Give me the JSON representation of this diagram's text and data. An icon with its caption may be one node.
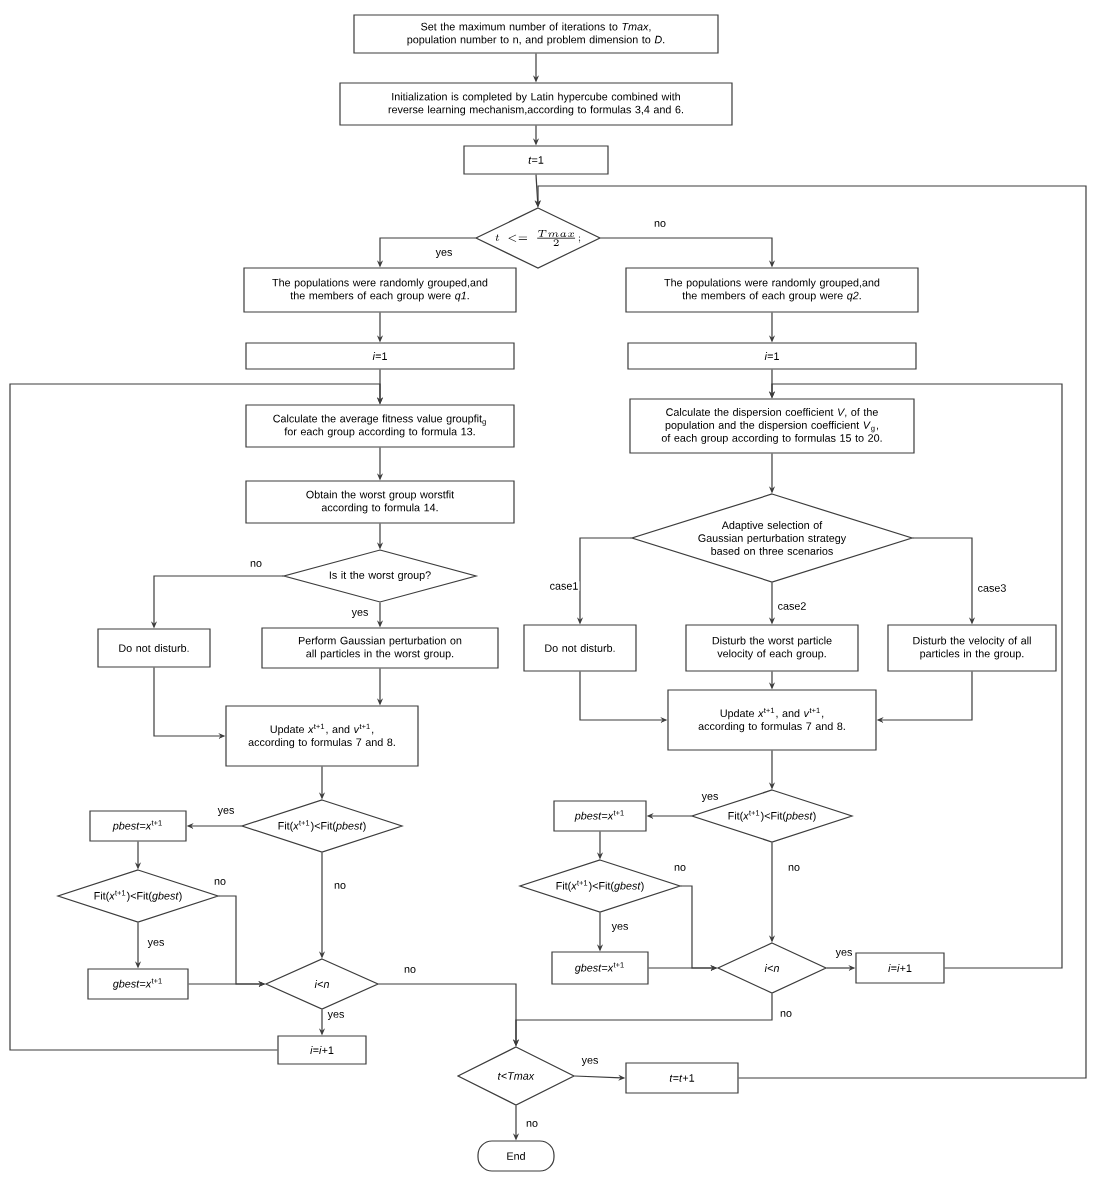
{
  "diagram": {
    "nodes": [
      {
        "text": [
          "Set the maximum number of iterations to *Tmax*, population number to n, and problem dimension to *D*."
        ]
      },
      {
        "text": [
          "Initialization is completed by Latin hypercube combined with reverse learning mechanism,according to formulas 3,4 and 6."
        ]
      },
      {
        "text": [
          "*t*=1"
        ]
      },
      {
        "text": [
          "t<=\\frac{Tmax}{2};"
        ]
      },
      {
        "text": [
          "The populations were randomly grouped,and the members of each group were *q1*."
        ]
      },
      {
        "text": [
          "The populations were randomly grouped,and the members of each group were *q2*."
        ]
      },
      {
        "text": [
          "*i*=1"
        ]
      },
      {
        "text": [
          "*i*=1"
        ]
      },
      {
        "text": [
          "Calculate the average fitness value groupfit$_{g}$ for each group according to formula 13."
        ]
      },
      {
        "text": [
          "Calculate the dispersion coefficient *V*, of the population and the dispersion coefficient *V*$_{g}$, of each group according to formulas 15 to 20."
        ]
      },
      {
        "text": [
          "Obtain the worst group worstfit according to formula 14."
        ]
      },
      {
        "text": [
          "Adaptive selection of Gaussian perturbation strategy based on three scenarios"
        ]
      },
      {
        "text": [
          "Is it the worst group?"
        ]
      },
      {
        "text": [
          "Do not disturb."
        ]
      },
      {
        "text": [
          "Perform Gaussian perturbation on all particles in the worst group."
        ]
      },
      {
        "text": [
          "Do not disturb."
        ]
      },
      {
        "text": [
          "Disturb the worst particle velocity of each group."
        ]
      },
      {
        "text": [
          "Disturb the velocity of all particles in the group."
        ]
      },
      {
        "text": [
          "Update *x*$^{t+1}$, and *v*$^{t+1}$, according to formulas 7 and 8."
        ]
      },
      {
        "text": [
          "Update *x*$^{t+1}$, and *v*$^{t+1}$, according to formulas 7 and 8."
        ]
      },
      {
        "text": [
          "Fit(*x*$^{t+1}$)<Fit(*pbest*)"
        ]
      },
      {
        "text": [
          "Fit(*x*$^{t+1}$)<Fit(*pbest*)"
        ]
      },
      {
        "text": [
          "*pbest*=*x*$^{t+1}$"
        ]
      },
      {
        "text": [
          "*pbest*=*x*$^{t+1}$"
        ]
      },
      {
        "text": [
          "Fit(*x*$^{t+1}$)<Fit(*gbest*)"
        ]
      },
      {
        "text": [
          "Fit(*x*$^{t+1}$)<Fit(*gbest*)"
        ]
      },
      {
        "text": [
          "*gbest*=*x*$^{t+1}$"
        ]
      },
      {
        "text": [
          "*i*<*n*"
        ]
      },
      {
        "text": [
          "*gbest*=*x*$^{t+1}$"
        ]
      },
      {
        "text": [
          "*i*<*n*"
        ]
      },
      {
        "text": [
          "*i*=*i*+1"
        ]
      },
      {
        "text": [
          "*i*=*i*+1"
        ]
      },
      {
        "text": [
          "*t*<*Tmax*"
        ]
      },
      {
        "text": [
          "*t*=*t*+1"
        ]
      },
      {
        "text": [
          "End"
        ]
      }
    ],
    "edges": [
      {
        "from": 0,
        "to": 1,
        "arrow": "to"
      },
      {
        "from": 1,
        "to": 2,
        "arrow": "to"
      },
      {
        "from": 2,
        "to": 3,
        "arrow": "to"
      },
      {
        "from": 3,
        "to": 4,
        "arrow": "to",
        "label": "yes"
      },
      {
        "from": 3,
        "to": 5,
        "arrow": "to",
        "label": "no"
      },
      {
        "from": 4,
        "to": 6,
        "arrow": "to"
      },
      {
        "from": 5,
        "to": 7,
        "arrow": "to"
      },
      {
        "from": 6,
        "to": 8,
        "arrow": "to"
      },
      {
        "from": 7,
        "to": 9,
        "arrow": "to"
      },
      {
        "from": 8,
        "to": 10,
        "arrow": "to"
      },
      {
        "from": 10,
        "to": 12,
        "arrow": "to"
      },
      {
        "from": 12,
        "to": 13,
        "arrow": "to",
        "label": "no"
      },
      {
        "from": 12,
        "to": 14,
        "arrow": "to",
        "label": "yes"
      },
      {
        "from": 13,
        "to": 18,
        "arrow": "to"
      },
      {
        "from": 14,
        "to": 18,
        "arrow": "to"
      },
      {
        "from": 18,
        "to": 20,
        "arrow": "to"
      },
      {
        "from": 20,
        "to": 22,
        "arrow": "to",
        "label": "yes"
      },
      {
        "from": 20,
        "to": 27,
        "arrow": "to",
        "label": "no"
      },
      {
        "from": 22,
        "to": 24,
        "arrow": "to"
      },
      {
        "from": 24,
        "to": 26,
        "arrow": "to",
        "label": "yes"
      },
      {
        "from": 24,
        "to": 27,
        "arrow": "to",
        "label": "no"
      },
      {
        "from": 26,
        "to": 27,
        "arrow": "to"
      },
      {
        "from": 27,
        "to": 31,
        "arrow": "to",
        "label": "yes"
      },
      {
        "from": 31,
        "to": 8,
        "arrow": "to"
      },
      {
        "from": 27,
        "to": 32,
        "arrow": "to",
        "label": "no"
      },
      {
        "from": 9,
        "to": 11,
        "arrow": "to"
      },
      {
        "from": 11,
        "to": 15,
        "arrow": "to",
        "label": "case1"
      },
      {
        "from": 11,
        "to": 16,
        "arrow": "to",
        "label": "case2"
      },
      {
        "from": 11,
        "to": 17,
        "arrow": "to",
        "label": "case3"
      },
      {
        "from": 15,
        "to": 19,
        "arrow": "to"
      },
      {
        "from": 16,
        "to": 19,
        "arrow": "to"
      },
      {
        "from": 17,
        "to": 19,
        "arrow": "to"
      },
      {
        "from": 19,
        "to": 21,
        "arrow": "to"
      },
      {
        "from": 21,
        "to": 23,
        "arrow": "to",
        "label": "yes"
      },
      {
        "from": 21,
        "to": 29,
        "arrow": "to",
        "label": "no"
      },
      {
        "from": 23,
        "to": 25,
        "arrow": "to"
      },
      {
        "from": 25,
        "to": 28,
        "arrow": "to",
        "label": "yes"
      },
      {
        "from": 25,
        "to": 29,
        "arrow": "to",
        "label": "no"
      },
      {
        "from": 28,
        "to": 29,
        "arrow": "to"
      },
      {
        "from": 29,
        "to": 30,
        "arrow": "to",
        "label": "yes"
      },
      {
        "from": 30,
        "to": 9,
        "arrow": "to"
      },
      {
        "from": 29,
        "to": 32,
        "arrow": "to",
        "label": "no"
      },
      {
        "from": 32,
        "to": 33,
        "arrow": "to",
        "label": "yes"
      },
      {
        "from": 32,
        "to": 34,
        "arrow": "to",
        "label": "no"
      },
      {
        "from": 33,
        "to": 3,
        "arrow": "to"
      }
    ]
  }
}
